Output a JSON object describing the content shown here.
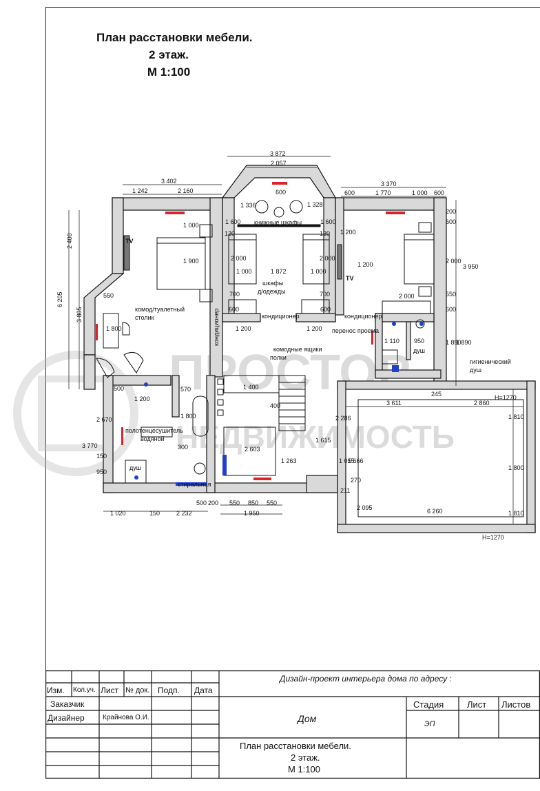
{
  "title": {
    "line1": "План расстановки мебели.",
    "line2": "2 этаж.",
    "line3": "М 1:100"
  },
  "dimensions": {
    "top_3872": "3 872",
    "top_2057": "2 057",
    "top_3402": "3 402",
    "top_1242": "1 242",
    "top_2160": "2 160",
    "top_3370": "3 370",
    "top_600a": "600",
    "top_1770": "1 770",
    "top_1000a": "1 000",
    "top_600b": "600",
    "bay_1336": "1 336",
    "bay_1328": "1 328",
    "bay_600": "600",
    "bay_1600a": "1 600",
    "bay_1600b": "1 600",
    "left_6205": "6 205",
    "left_2400": "2 400",
    "left_3805": "3 805",
    "bed1_1000": "1 000",
    "bed1_1900": "1 900",
    "c_2000a": "2 000",
    "c_2000b": "2 000",
    "c_1000a": "1 000",
    "c_1872": "1 872",
    "c_1000b": "1 000",
    "c_700a": "700",
    "c_700b": "700",
    "c_600a": "600",
    "c_600b": "600",
    "c_120a": "120",
    "c_120b": "120",
    "c_1200a": "1 200",
    "c_1200b": "1 200",
    "r_1200a": "1 200",
    "r_1200b": "1 200",
    "r_2000": "2 000",
    "r_600": "600",
    "r_2000v": "2 000",
    "r_3950": "3 950",
    "r_200": "200",
    "r_550": "550",
    "r_600c": "600",
    "r_1890a": "1 890",
    "r_1890b": "1 890",
    "r_1110": "1 110",
    "r_950": "950",
    "l_550": "550",
    "l_1800": "1 800",
    "l_500": "500",
    "l_1200": "1 200",
    "l_570": "570",
    "l_1800b": "1 800",
    "l_2670": "2 670",
    "l_3770": "3 770",
    "l_950": "950",
    "l_150": "150",
    "l_300": "300",
    "s_1400": "1 400",
    "s_400": "400",
    "s_2603": "2 603",
    "s_1263": "1 263",
    "s_1615": "1 615",
    "s_1015": "1 015",
    "s_5666": "5 666",
    "s_2286": "2 286",
    "s_270": "270",
    "s_211": "211",
    "s_245": "245",
    "g_3611": "3 611",
    "g_2860": "2 860",
    "g_1810a": "1 810",
    "g_1800": "1 800",
    "g_1810b": "1 810",
    "g_2095": "2 095",
    "g_6260": "6 260",
    "g_h1": "H=1270",
    "g_h2": "H=1270",
    "b_1020": "1 020",
    "b_150": "150",
    "b_2232": "2 232",
    "b_500": "500",
    "b_200": "200",
    "b_550a": "550",
    "b_850": "850",
    "b_550b": "550",
    "b_1950": "1 950"
  },
  "labels": {
    "tv1": "TV",
    "tv2": "TV",
    "bookshelves": "книжные шкафы",
    "wardrobes1": "шкафы",
    "wardrobes2": "д/одежды",
    "dresser1": "комод/туалетный",
    "dresser2": "столик",
    "ac1": "кондиционер",
    "ac2": "кондиционер",
    "ac3": "кондиционер",
    "move_opening": "перенос проема",
    "drawers": "комодные ящики",
    "shelves": "полки",
    "hygienic1": "гигиенический",
    "hygienic2": "душ",
    "shower1": "душ",
    "shower2": "душ",
    "towel1": "полотенцесушитель",
    "towel2": "водяной",
    "washer": "стиральная"
  },
  "watermark": {
    "line1": "ПРОСТОР",
    "line2": "НЕДВИЖИМОСТЬ"
  },
  "stamp": {
    "project": "Дизайн-проект интерьера дома по адресу :",
    "h_izm": "Изм.",
    "h_kol": "Кол.уч.",
    "h_list": "Лист",
    "h_doc": "№ док.",
    "h_podp": "Подп.",
    "h_data": "Дата",
    "customer": "Заказчик",
    "designer": "Дизайнер",
    "designer_name": "Крайнова О.И.",
    "object": "Дом",
    "stage_h": "Стадия",
    "list_h": "Лист",
    "lists_h": "Листов",
    "stage_v": "ЭП",
    "sheet1": "План расстановки мебели.",
    "sheet2": "2 этаж.",
    "sheet3": "М 1:100"
  },
  "colors": {
    "wall": "#d9d9d9",
    "line": "#111111",
    "window_red": "#e0202a",
    "fixture_blue": "#1f3fd0"
  }
}
